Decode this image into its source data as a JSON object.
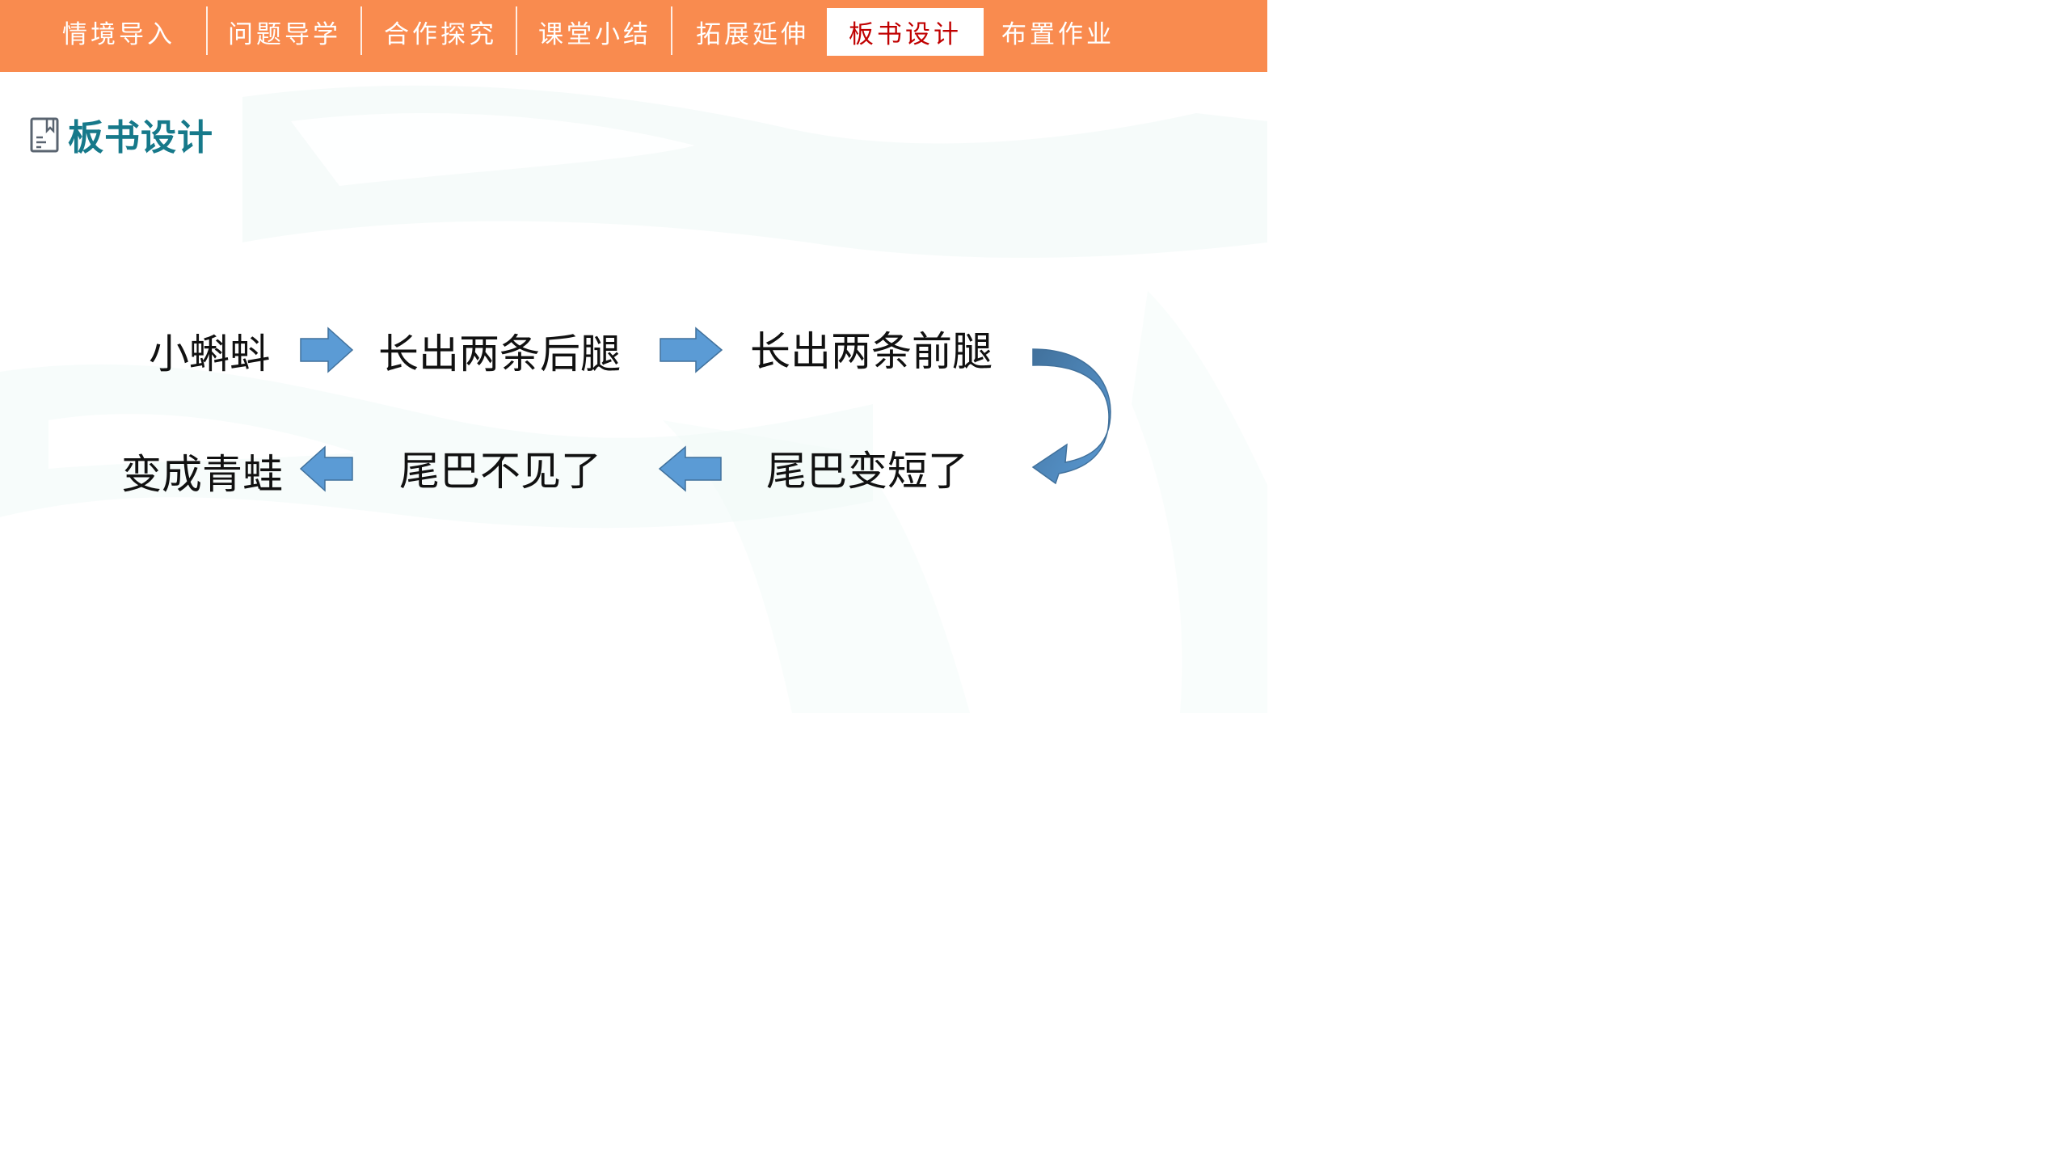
{
  "nav": {
    "tabs": [
      {
        "label": "情境导入"
      },
      {
        "label": "问题导学"
      },
      {
        "label": "合作探究"
      },
      {
        "label": "课堂小结"
      },
      {
        "label": "拓展延伸"
      },
      {
        "label": "板书设计"
      },
      {
        "label": "布置作业"
      }
    ],
    "active_index": 5
  },
  "section": {
    "title": "板书设计",
    "icon": "notebook-icon"
  },
  "flow": {
    "row1": [
      "小蝌蚪",
      "长出两条后腿",
      "长出两条前腿"
    ],
    "row2": [
      "尾巴变短了",
      "尾巴不见了",
      "变成青蛙"
    ]
  },
  "colors": {
    "nav_bg": "#f98b4f",
    "active_text": "#c00000",
    "heading": "#16798a",
    "arrow": "#5b9bd5",
    "arrow_dark": "#41719c"
  }
}
